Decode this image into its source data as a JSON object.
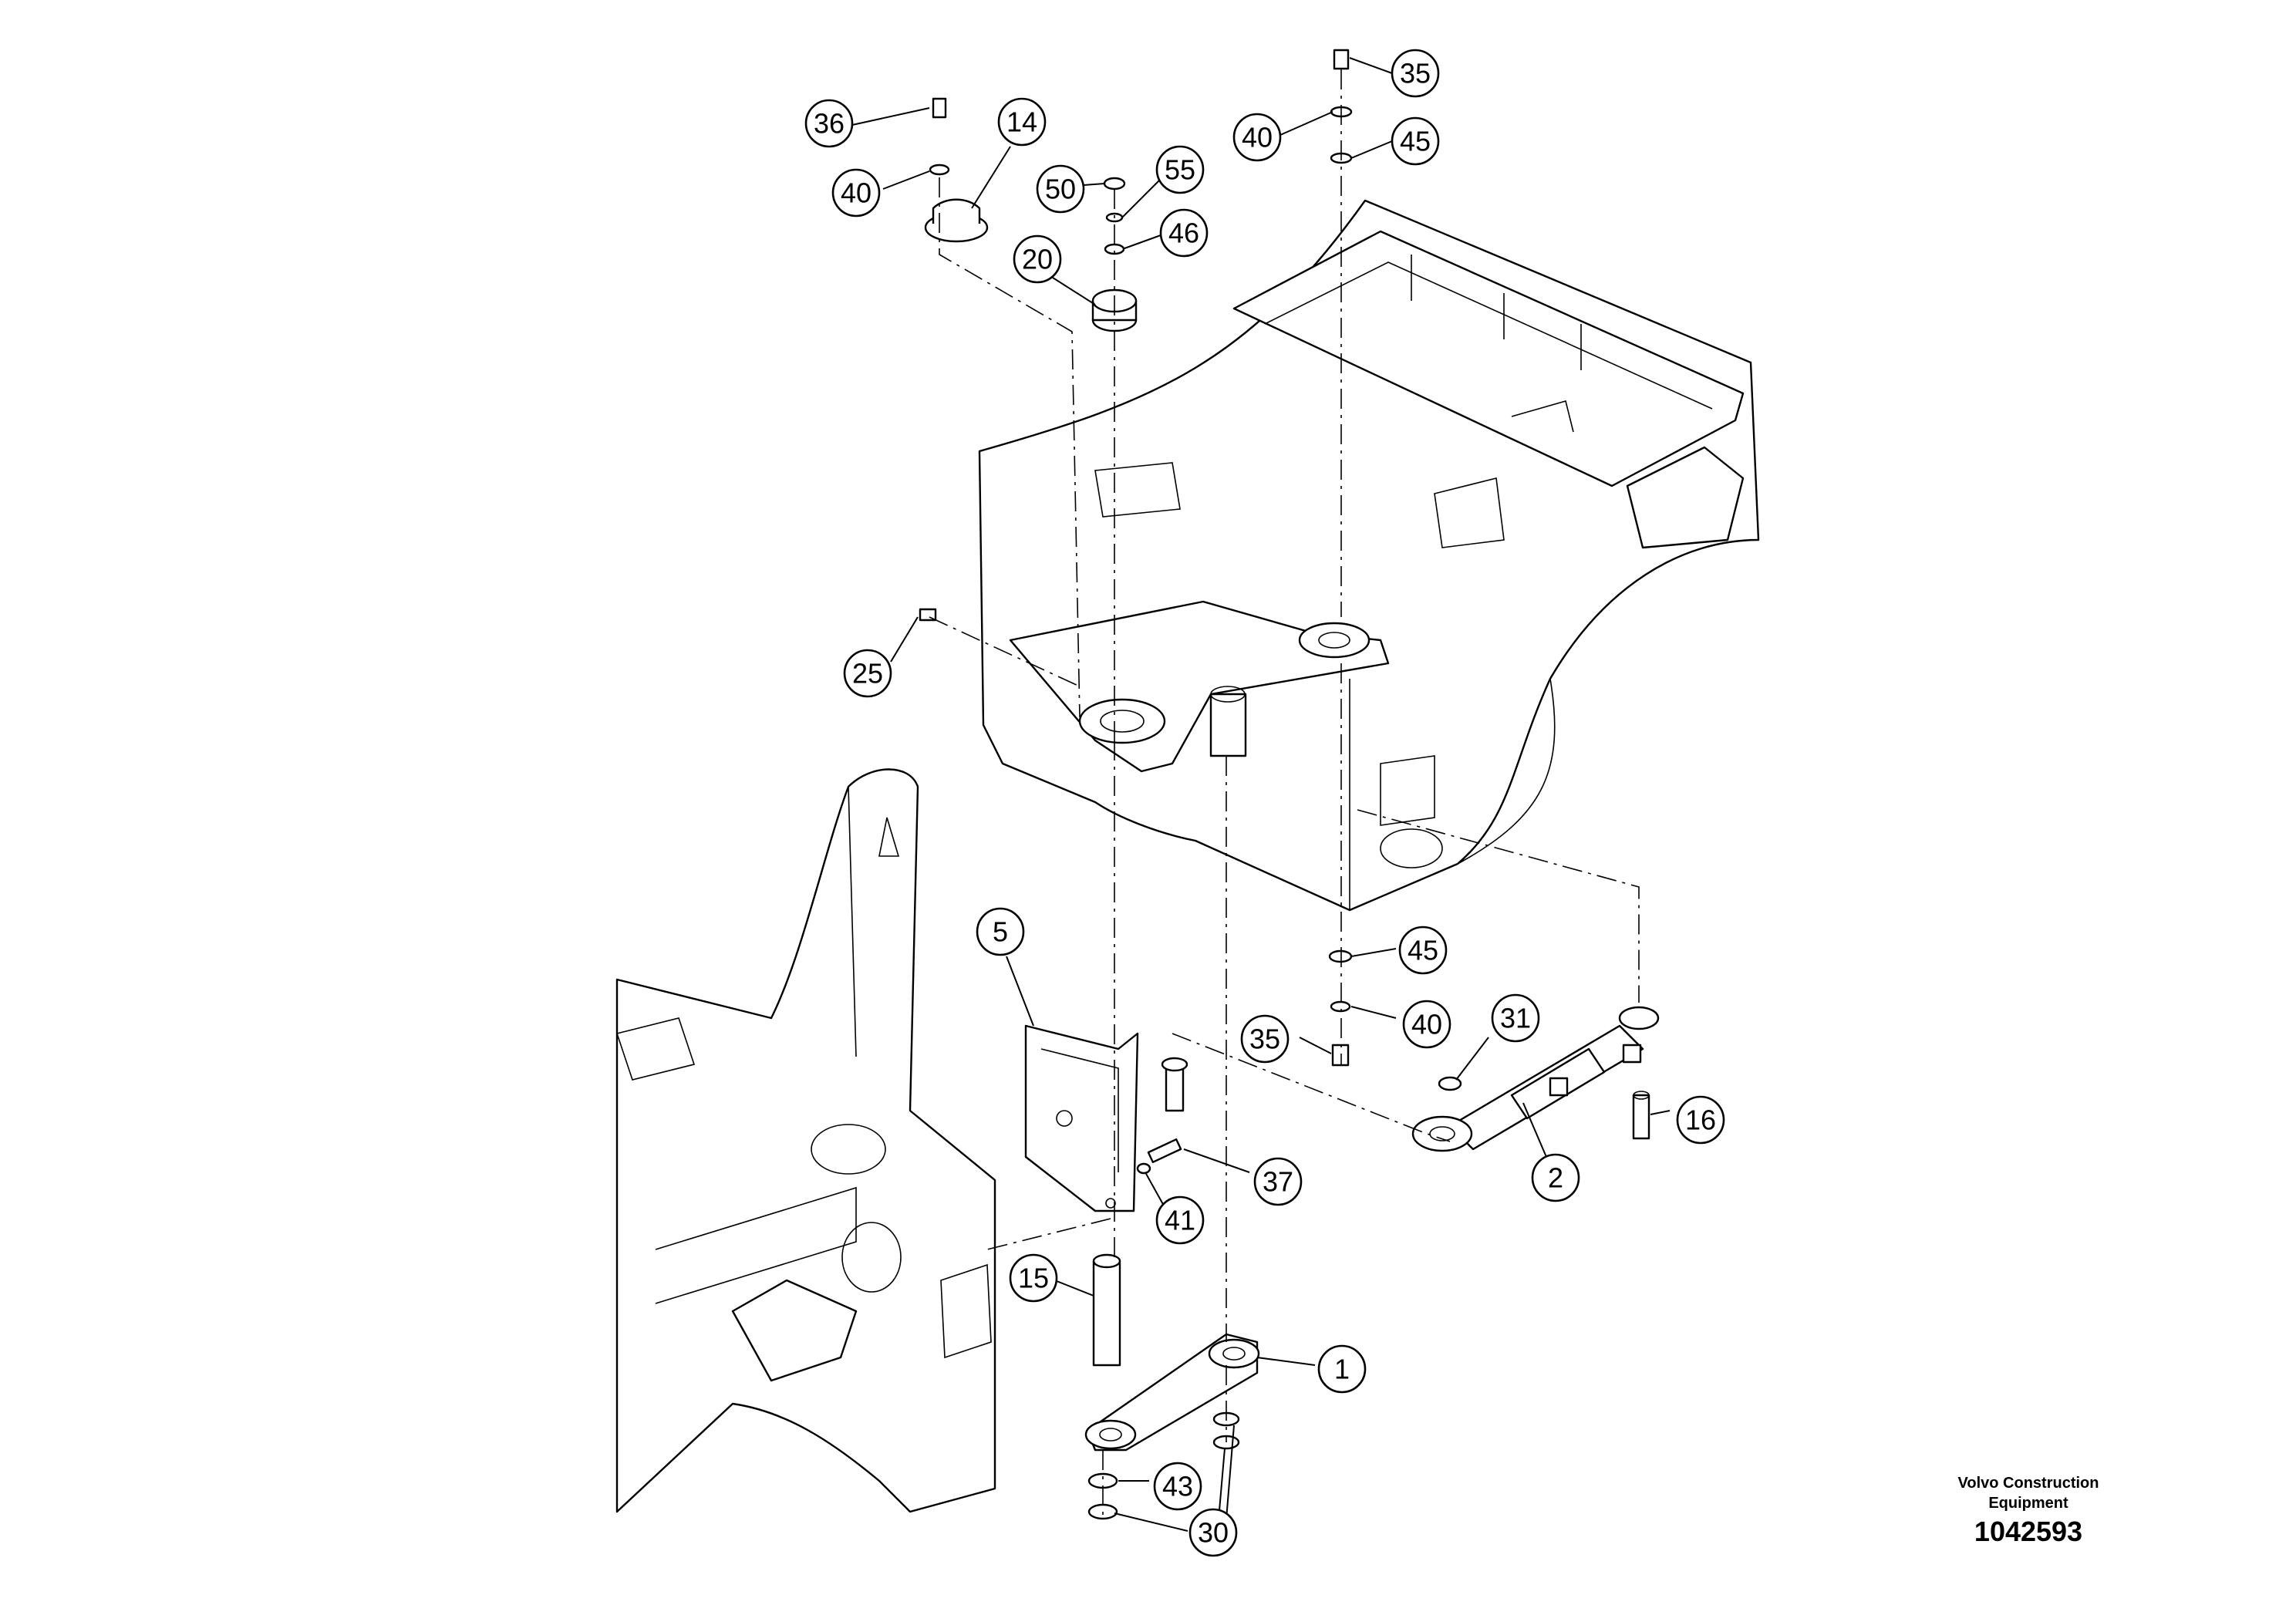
{
  "brand": {
    "name_line1": "Volvo Construction",
    "name_line2": "Equipment",
    "drawing_number": "1042593"
  },
  "callouts": [
    {
      "id": "c35a",
      "label": "35"
    },
    {
      "id": "c40a",
      "label": "40"
    },
    {
      "id": "c45a",
      "label": "45"
    },
    {
      "id": "c36",
      "label": "36"
    },
    {
      "id": "c14",
      "label": "14"
    },
    {
      "id": "c40b",
      "label": "40"
    },
    {
      "id": "c50",
      "label": "50"
    },
    {
      "id": "c55",
      "label": "55"
    },
    {
      "id": "c46",
      "label": "46"
    },
    {
      "id": "c20",
      "label": "20"
    },
    {
      "id": "c25",
      "label": "25"
    },
    {
      "id": "c5",
      "label": "5"
    },
    {
      "id": "c45b",
      "label": "45"
    },
    {
      "id": "c40c",
      "label": "40"
    },
    {
      "id": "c35b",
      "label": "35"
    },
    {
      "id": "c31",
      "label": "31"
    },
    {
      "id": "c16",
      "label": "16"
    },
    {
      "id": "c2",
      "label": "2"
    },
    {
      "id": "c37",
      "label": "37"
    },
    {
      "id": "c41",
      "label": "41"
    },
    {
      "id": "c15",
      "label": "15"
    },
    {
      "id": "c1",
      "label": "1"
    },
    {
      "id": "c43",
      "label": "43"
    },
    {
      "id": "c30",
      "label": "30"
    }
  ]
}
